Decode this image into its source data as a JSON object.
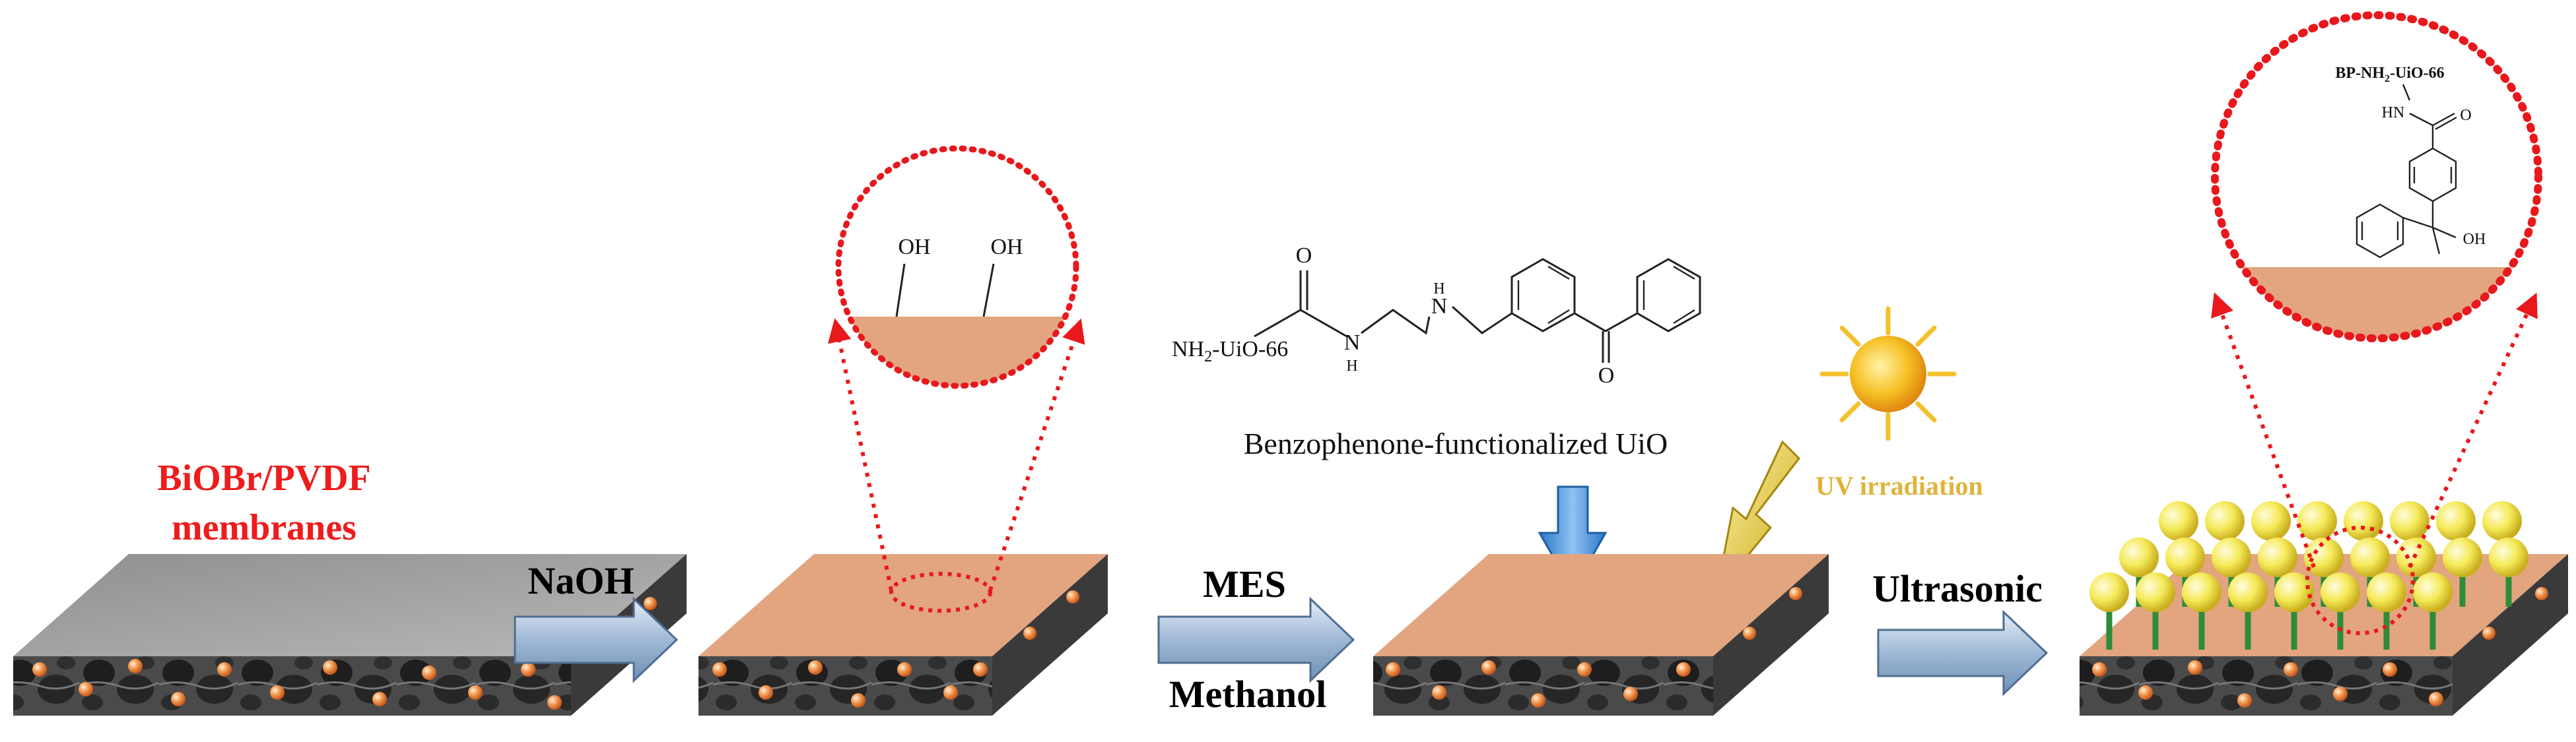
{
  "labels": {
    "membrane_line1": "BiOBr/PVDF",
    "membrane_line2": "membranes",
    "step1": "NaOH",
    "step2_top": "MES",
    "step2_bottom": "Methanol",
    "step3": "Ultrasonic",
    "uv": "UV irradiation"
  },
  "chemistry": {
    "oh_1": "OH",
    "oh_2": "OH",
    "linker_prefix": "NH",
    "linker_sub": "2",
    "linker_suffix": "-UiO-66",
    "linker_n": "N",
    "linker_h": "H",
    "linker_o1": "O",
    "linker_o2": "O",
    "caption": "Benzophenone-functionalized UiO",
    "final_top_prefix": "BP-NH",
    "final_top_sub": "2",
    "final_top_suffix": "-UiO-66",
    "final_hn": "HN",
    "final_o": "O",
    "final_oh": "OH"
  },
  "colors": {
    "membrane_gray": "#9a9a9a",
    "membrane_pink": "#e2a57f",
    "zoom_ring": "#e8181c",
    "sphere": "#f2e64a",
    "stem": "#2e8b3a",
    "particle": "#f08a3c",
    "arrow": "#9fb9d6"
  }
}
